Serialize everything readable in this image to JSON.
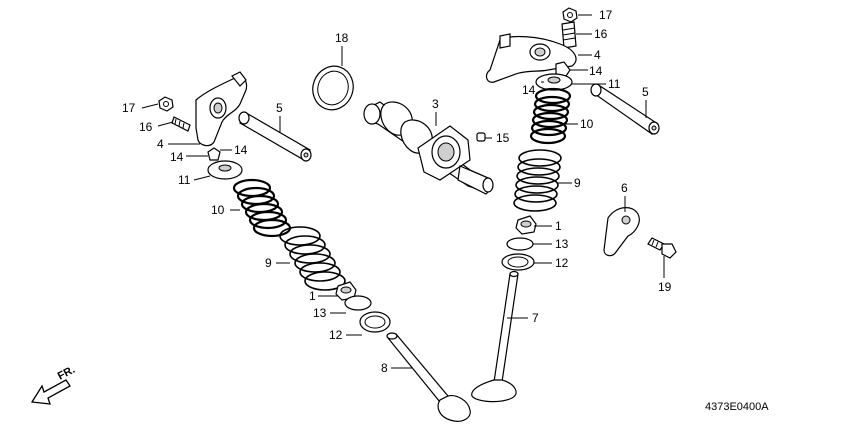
{
  "diagram": {
    "callouts": {
      "c17_right": "17",
      "c16_right": "16",
      "c4_right": "4",
      "c14_right_a": "14",
      "c14_right_b": "14",
      "c11_right": "11",
      "c5_right": "5",
      "c10_right": "10",
      "c9_right": "9",
      "c1_right": "1",
      "c13_right": "13",
      "c12_right": "12",
      "c7": "7",
      "c6": "6",
      "c19": "19",
      "c18": "18",
      "c3": "3",
      "c15": "15",
      "c17_left": "17",
      "c16_left": "16",
      "c4_left": "4",
      "c14_left_a": "14",
      "c14_left_b": "14",
      "c11_left": "11",
      "c5_left": "5",
      "c10_left": "10",
      "c9_left": "9",
      "c1_left": "1",
      "c13_left": "13",
      "c12_left": "12",
      "c8": "8"
    },
    "direction_label": "FR.",
    "drawing_code": "4373E0400A"
  }
}
